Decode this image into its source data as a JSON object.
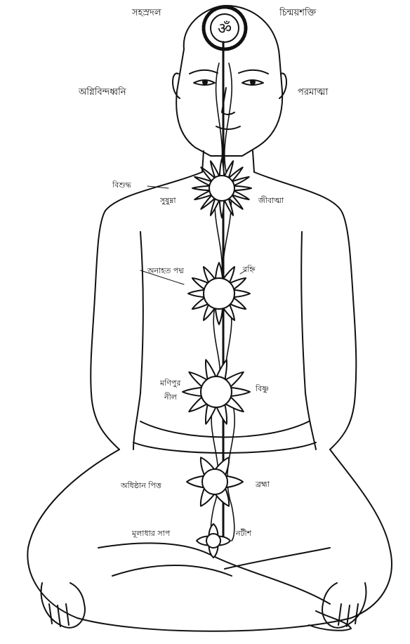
{
  "colors": {
    "ink": "#111111",
    "background": "#ffffff"
  },
  "labels": {
    "sahasradala": "সহস্রদল",
    "chinmayashakti": "চিন্ময়শক্তি",
    "agnibindhvani": "অগ্নিবিন্দধ্বনি",
    "paramatma": "পরমাত্মা",
    "vishuddha": "বিশুদ্ধ",
    "sushumna": "সুষুম্না",
    "jivatma": "জীবাত্মা",
    "anahata": "অনাহত পদ্ম",
    "vanhi": "বহ্নি",
    "manipura": "মণিপুর",
    "nila": "নীল",
    "vishnu": "বিষ্ণু",
    "svadhisthana": "অধিষ্ঠান পিত্ত",
    "brahma": "ব্রহ্মা",
    "muladhara": "মূলাধার সাপ",
    "shiva": "নটীশ"
  }
}
